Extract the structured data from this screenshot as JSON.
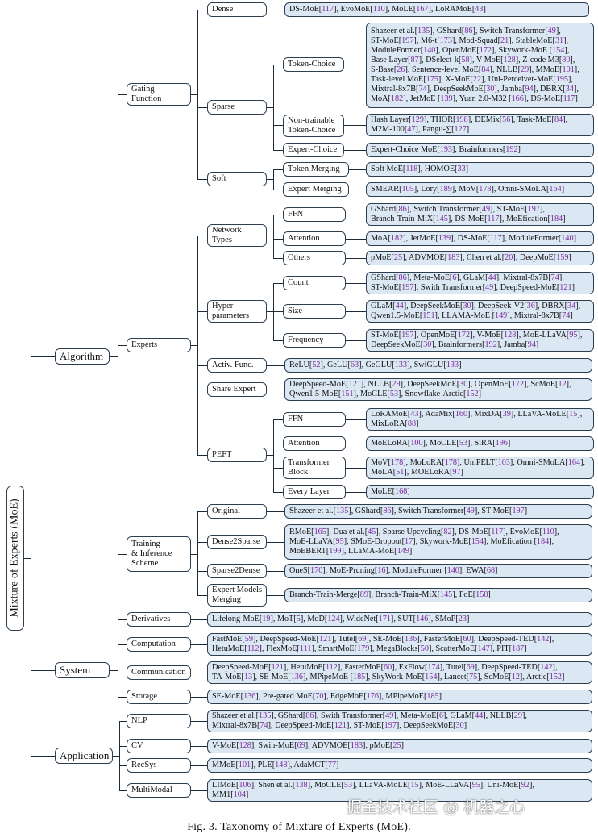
{
  "caption": "Fig. 3.  Taxonomy of Mixture of Experts (MoE).",
  "watermark": "掘金技术社区 @ 机器之心",
  "root": "Mixture of Experts (MoE)",
  "colors": {
    "leaf_fill": "#dbe8f3",
    "border": "#2c3e50",
    "citation": "#7a2a9a"
  },
  "labels": {
    "algorithm": "Algorithm",
    "system": "System",
    "application": "Application",
    "gating": [
      "Gating",
      "Function"
    ],
    "experts": "Experts",
    "training": [
      "Training",
      "& Inference",
      "Scheme"
    ],
    "derivatives": "Derivatives",
    "dense": "Dense",
    "sparse": "Sparse",
    "soft": "Soft",
    "token_choice": "Token-Choice",
    "non_trainable": [
      "Non-trainable",
      "Token-Choice"
    ],
    "expert_choice": "Expert-Choice",
    "token_merging": "Token Merging",
    "expert_merging": "Expert Merging",
    "network_types": [
      "Network",
      "Types"
    ],
    "hyper": [
      "Hyper-",
      "parameters"
    ],
    "activ": "Activ. Func.",
    "share_expert": "Share Expert",
    "peft": "PEFT",
    "ffn": "FFN",
    "attention": "Attention",
    "others": "Others",
    "count": "Count",
    "size": "Size",
    "frequency": "Frequency",
    "peft_ffn": "FFN",
    "peft_attention": "Attention",
    "transformer_block": [
      "Transformer",
      "Block"
    ],
    "every_layer": "Every Layer",
    "original": "Original",
    "dense2sparse": "Dense2Sparse",
    "sparse2dense": "Sparse2Dense",
    "expert_models_merging": [
      "Expert Models",
      "Merging"
    ],
    "computation": "Computation",
    "communication": "Communication",
    "storage": "Storage",
    "nlp": "NLP",
    "cv": "CV",
    "recsys": "RecSys",
    "multimodal": "MultiModal"
  },
  "leaves": {
    "dense": [
      [
        [
          "DS-MoE",
          "117"
        ],
        [
          "EvoMoE",
          "110"
        ],
        [
          "MoLE",
          "167"
        ],
        [
          "LoRAMoE",
          "43"
        ]
      ]
    ],
    "token_choice": [
      [
        [
          "Shazeer et al.",
          "135"
        ],
        [
          "GShard",
          "86"
        ],
        [
          "Switch Transformer",
          "49"
        ]
      ],
      [
        [
          "ST-MoE",
          "197"
        ],
        [
          "M6-t",
          "173"
        ],
        [
          "Mod-Squad",
          "21"
        ],
        [
          "StableMoE",
          "31"
        ]
      ],
      [
        [
          "ModuleFormer",
          "140"
        ],
        [
          "OpenMoE",
          "172"
        ],
        [
          "Skywork-MoE ",
          "154"
        ]
      ],
      [
        [
          "Base Layer",
          "87"
        ],
        [
          "DSelect-k",
          "58"
        ],
        [
          "V-MoE",
          "128"
        ],
        [
          "Z-code M3",
          "80"
        ]
      ],
      [
        [
          "S-Base",
          "26"
        ],
        [
          "Sentence-level MoE",
          "84"
        ],
        [
          "NLLB",
          "29"
        ],
        [
          "MMoE",
          "101"
        ]
      ],
      [
        [
          "Task-level MoE",
          "175"
        ],
        [
          "X-MoE",
          "22"
        ],
        [
          "Uni-Perceiver-MoE",
          "195"
        ]
      ],
      [
        [
          "Mixtral-8x7B",
          "74"
        ],
        [
          "DeepSeekMoE",
          "30"
        ],
        [
          "Jamba",
          "94"
        ],
        [
          "DBRX",
          "34"
        ]
      ],
      [
        [
          "MoA",
          "182"
        ],
        [
          "JetMoE ",
          "139"
        ],
        [
          "Yuan 2.0-M32 ",
          "166"
        ],
        [
          "DS-MoE",
          "117"
        ]
      ]
    ],
    "non_trainable": [
      [
        [
          "Hash Layer",
          "129"
        ],
        [
          "THOR",
          "198"
        ],
        [
          "DEMix",
          "56"
        ],
        [
          "Task-MoE",
          "84"
        ]
      ],
      [
        [
          "M2M-100",
          "47"
        ],
        [
          "Pangu-∑",
          "127"
        ]
      ]
    ],
    "expert_choice": [
      [
        [
          "Expert-Choice MoE",
          "193"
        ],
        [
          "Brainformers",
          "192"
        ]
      ]
    ],
    "token_merging": [
      [
        [
          "Soft MoE",
          "118"
        ],
        [
          "HOMOE",
          "33"
        ]
      ]
    ],
    "expert_merging": [
      [
        [
          "SMEAR",
          "105"
        ],
        [
          "Lory",
          "189"
        ],
        [
          "MoV",
          "178"
        ],
        [
          "Omni-SMoLA",
          "164"
        ]
      ]
    ],
    "ffn": [
      [
        [
          "GShard",
          "86"
        ],
        [
          "Switch Transformer",
          "49"
        ],
        [
          "ST-MoE",
          "197"
        ]
      ],
      [
        [
          "Branch-Train-MiX",
          "145"
        ],
        [
          "DS-MoE",
          "117"
        ],
        [
          "MoEfication",
          "184"
        ]
      ]
    ],
    "attention": [
      [
        [
          "MoA",
          "182"
        ],
        [
          "JetMoE",
          "139"
        ],
        [
          "DS-MoE",
          "117"
        ],
        [
          "ModuleFormer",
          "140"
        ]
      ]
    ],
    "others": [
      [
        [
          "pMoE",
          "25"
        ],
        [
          "ADVMOE",
          "183"
        ],
        [
          "Chen et al.",
          "20"
        ],
        [
          "DeepMoE",
          "159"
        ]
      ]
    ],
    "count": [
      [
        [
          "GShard",
          "86"
        ],
        [
          "Meta-MoE",
          "6"
        ],
        [
          "GLaM",
          "44"
        ],
        [
          "Mixtral-8x7B",
          "74"
        ]
      ],
      [
        [
          "ST-MoE",
          "197"
        ],
        [
          "Swith Transformer",
          "49"
        ],
        [
          "DeepSpeed-MoE",
          "121"
        ]
      ]
    ],
    "size": [
      [
        [
          "GLaM",
          "44"
        ],
        [
          "DeepSeekMoE",
          "30"
        ],
        [
          "DeepSeek-V2",
          "36"
        ],
        [
          "DBRX",
          "34"
        ]
      ],
      [
        [
          "Qwen1.5-MoE",
          "151"
        ],
        [
          "LLAMA-MoE ",
          "149"
        ],
        [
          "Mixtral-8x7B",
          "74"
        ]
      ]
    ],
    "frequency": [
      [
        [
          "ST-MoE",
          "197"
        ],
        [
          "OpenMoE",
          "172"
        ],
        [
          "V-MoE",
          "128"
        ],
        [
          "MoE-LLaVA",
          "95"
        ]
      ],
      [
        [
          "DeepSeekMoE",
          "30"
        ],
        [
          "Brainformers",
          "192"
        ],
        [
          "Jamba",
          "94"
        ]
      ]
    ],
    "activ": [
      [
        [
          "ReLU",
          "52"
        ],
        [
          "GeLU",
          "63"
        ],
        [
          "GeGLU",
          "133"
        ],
        [
          "SwiGLU",
          "133"
        ]
      ]
    ],
    "share_expert": [
      [
        [
          "DeepSpeed-MoE",
          "121"
        ],
        [
          "NLLB",
          "29"
        ],
        [
          "DeepSeekMoE",
          "30"
        ],
        [
          "OpenMoE",
          "172"
        ],
        [
          "ScMoE",
          "12"
        ]
      ],
      [
        [
          "Qwen1.5-MoE",
          "151"
        ],
        [
          "MoCLE",
          "53"
        ],
        [
          "Snowflake-Arctic",
          "152"
        ]
      ]
    ],
    "peft_ffn": [
      [
        [
          "LoRAMoE",
          "43"
        ],
        [
          "AdaMix",
          "160"
        ],
        [
          "MixDA",
          "39"
        ],
        [
          "LLaVA-MoLE",
          "15"
        ]
      ],
      [
        [
          "MixLoRA",
          "88"
        ]
      ]
    ],
    "peft_attention": [
      [
        [
          "MoELoRA",
          "100"
        ],
        [
          "MoCLE",
          "53"
        ],
        [
          "SiRA",
          "196"
        ]
      ]
    ],
    "transformer_block": [
      [
        [
          "MoV",
          "178"
        ],
        [
          "MoLoRA",
          "178"
        ],
        [
          "UniPELT",
          "103"
        ],
        [
          "Omni-SMoLA",
          "164"
        ]
      ],
      [
        [
          "MoLA",
          "51"
        ],
        [
          "MOELoRA",
          "97"
        ]
      ]
    ],
    "every_layer": [
      [
        [
          "MoLE",
          "168"
        ]
      ]
    ],
    "original": [
      [
        [
          "Shazeer et al.",
          "135"
        ],
        [
          "GShard",
          "86"
        ],
        [
          "Switch Transformer",
          "49"
        ],
        [
          "ST-MoE",
          "197"
        ]
      ]
    ],
    "dense2sparse": [
      [
        [
          "RMoE",
          "165"
        ],
        [
          "Dua et al.",
          "45"
        ],
        [
          "Sparse Upcycling",
          "82"
        ],
        [
          "DS-MoE",
          "117"
        ],
        [
          "EvoMoE",
          "110"
        ]
      ],
      [
        [
          "MoE-LLaVA",
          "95"
        ],
        [
          "SMoE-Dropout",
          "17"
        ],
        [
          "Skywork-MoE",
          "154"
        ],
        [
          "MoEfication ",
          "184"
        ]
      ],
      [
        [
          "MoEBERT",
          "199"
        ],
        [
          "LLaMA-MoE",
          "149"
        ]
      ]
    ],
    "sparse2dense": [
      [
        [
          "OneS",
          "170"
        ],
        [
          "MoE-Pruning",
          "16"
        ],
        [
          "ModuleFormer ",
          "140"
        ],
        [
          "EWA",
          "68"
        ]
      ]
    ],
    "expert_models_merging": [
      [
        [
          "Branch-Train-Merge",
          "89"
        ],
        [
          "Branch-Train-MiX",
          "145"
        ],
        [
          "FoE",
          "158"
        ]
      ]
    ],
    "derivatives": [
      [
        [
          "Lifelong-MoE",
          "19"
        ],
        [
          "MoT",
          "5"
        ],
        [
          "MoD",
          "124"
        ],
        [
          "WideNet",
          "171"
        ],
        [
          "SUT",
          "146"
        ],
        [
          "SMoP",
          "23"
        ]
      ]
    ],
    "computation": [
      [
        [
          "FastMoE",
          "59"
        ],
        [
          "DeepSpeed-MoE",
          "121"
        ],
        [
          "Tutel",
          "69"
        ],
        [
          "SE-MoE",
          "136"
        ],
        [
          "FasterMoE",
          "60"
        ],
        [
          "DeepSpeed-TED",
          "142"
        ]
      ],
      [
        [
          "HetuMoE",
          "112"
        ],
        [
          "FlexMoE",
          "111"
        ],
        [
          "SmartMoE",
          "179"
        ],
        [
          "MegaBlocks",
          "50"
        ],
        [
          "ScatterMoE",
          "147"
        ],
        [
          "PIT",
          "187"
        ]
      ]
    ],
    "communication": [
      [
        [
          "DeepSpeed-MoE",
          "121"
        ],
        [
          "HetuMoE",
          "112"
        ],
        [
          "FasterMoE",
          "60"
        ],
        [
          "ExFlow",
          "174"
        ],
        [
          "Tutel",
          "69"
        ],
        [
          "DeepSpeed-TED",
          "142"
        ]
      ],
      [
        [
          "TA-MoE",
          "13"
        ],
        [
          "SE-MoE",
          "136"
        ],
        [
          "MPipeMoE ",
          "185"
        ],
        [
          "SkyWork-MoE",
          "154"
        ],
        [
          "Lancet",
          "75"
        ],
        [
          "ScMoE",
          "12"
        ],
        [
          "Arctic",
          "152"
        ]
      ]
    ],
    "storage": [
      [
        [
          "SE-MoE",
          "136"
        ],
        [
          "Pre-gated MoE",
          "70"
        ],
        [
          "EdgeMoE",
          "176"
        ],
        [
          "MPipeMoE",
          "185"
        ]
      ]
    ],
    "nlp": [
      [
        [
          "Shazeer et al.",
          "135"
        ],
        [
          "GShard",
          "86"
        ],
        [
          "Swith Transformer",
          "49"
        ],
        [
          "Meta-MoE",
          "6"
        ],
        [
          "GLaM",
          "44"
        ],
        [
          "NLLB",
          "29"
        ]
      ],
      [
        [
          "Mixtral-8x7B",
          "74"
        ],
        [
          "DeepSpeed-MoE",
          "121"
        ],
        [
          "ST-MoE",
          "197"
        ],
        [
          "DeepSeekMoE",
          "30"
        ]
      ]
    ],
    "cv": [
      [
        [
          "V-MoE",
          "128"
        ],
        [
          "Swin-MoE",
          "69"
        ],
        [
          "ADVMOE",
          "183"
        ],
        [
          "pMoE",
          "25"
        ]
      ]
    ],
    "recsys": [
      [
        [
          "MMoE",
          "101"
        ],
        [
          "PLE",
          "148"
        ],
        [
          "AdaMCT",
          "77"
        ]
      ]
    ],
    "multimodal": [
      [
        [
          "LIMoE",
          "106"
        ],
        [
          "Shen et al.",
          "138"
        ],
        [
          "MoCLE",
          "53"
        ],
        [
          "LLaVA-MoLE",
          "15"
        ],
        [
          "MoE-LLaVA",
          "95"
        ],
        [
          "Uni-MoE",
          "92"
        ]
      ],
      [
        [
          "MM1",
          "104"
        ]
      ]
    ]
  }
}
